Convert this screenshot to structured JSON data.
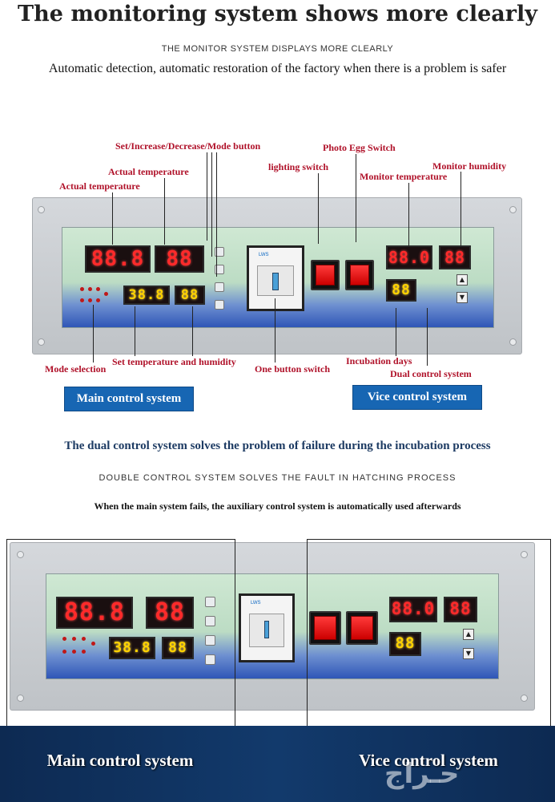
{
  "header": {
    "title": "The monitoring system shows more clearly",
    "subtitle": "THE MONITOR SYSTEM DISPLAYS MORE CLEARLY",
    "tagline": "Automatic detection, automatic restoration of the factory when there is a problem is safer"
  },
  "callouts": {
    "set_buttons": "Set/Increase/Decrease/Mode button",
    "actual_temp_1": "Actual temperature",
    "actual_temp_2": "Actual temperature",
    "photo_egg_switch": "Photo Egg Switch",
    "lighting_switch": "lighting switch",
    "monitor_temp": "Monitor temperature",
    "monitor_humidity": "Monitor humidity",
    "mode_selection": "Mode selection",
    "set_temp_humidity": "Set temperature and humidity",
    "one_button_switch": "One button switch",
    "incubation_days": "Incubation days",
    "dual_control": "Dual control system"
  },
  "displays": {
    "main_temp": "88.8",
    "main_humidity": "88",
    "set_temp": "38.8",
    "set_humidity": "88",
    "vice_temp": "88.0",
    "vice_humidity": "88",
    "days": "88"
  },
  "systems": {
    "main": "Main control system",
    "vice": "Vice control system"
  },
  "section2": {
    "headline": "The dual control system solves the problem of failure during the incubation process",
    "subtitle": "DOUBLE CONTROL SYSTEM SOLVES THE FAULT IN HATCHING PROCESS",
    "note": "When the main system fails, the auxiliary control system is automatically used afterwards"
  },
  "bottom": {
    "main_label": "Main control system",
    "vice_label": "Vice control system"
  },
  "colors": {
    "callout_red": "#b0122a",
    "system_blue": "#1766b3",
    "segment_red": "#ff2a2a",
    "segment_amber": "#ffd200"
  }
}
